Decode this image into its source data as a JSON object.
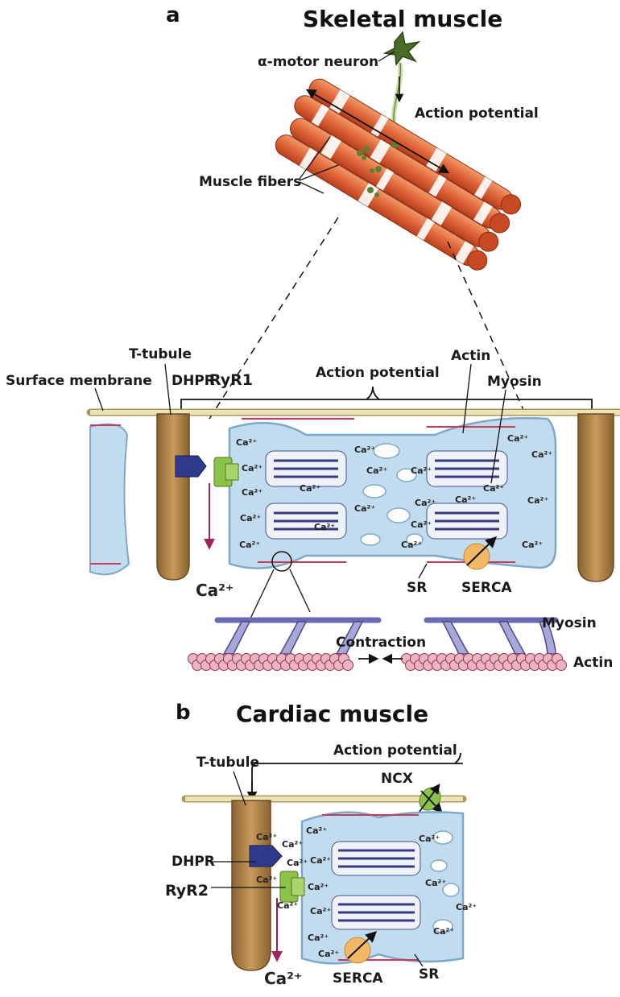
{
  "panel_a": {
    "letter": "a",
    "title": "Skeletal muscle",
    "labels": {
      "motor_neuron": "α-motor neuron",
      "action_potential_top": "Action potential",
      "muscle_fibers": "Muscle fibers",
      "t_tubule": "T-tubule",
      "surface_membrane": "Surface membrane",
      "dhpr": "DHPR",
      "ryr": "RyR1",
      "action_potential": "Action potential",
      "actin": "Actin",
      "myosin": "Myosin",
      "ca_release": "Ca²⁺",
      "sr": "SR",
      "serca": "SERCA",
      "zoom_myosin": "Myosin",
      "contraction": "Contraction",
      "zoom_actin": "Actin"
    },
    "ion_label": "Ca²⁺"
  },
  "panel_b": {
    "letter": "b",
    "title": "Cardiac muscle",
    "labels": {
      "t_tubule": "T-tubule",
      "action_potential": "Action potential",
      "ncx": "NCX",
      "dhpr": "DHPR",
      "ryr": "RyR2",
      "ca_release": "Ca²⁺",
      "serca": "SERCA",
      "sr": "SR"
    },
    "ion_label": "Ca²⁺"
  },
  "colors": {
    "membrane": "#ede3b8",
    "membrane_edge": "#a8975a",
    "tubule": "#b98a4a",
    "sr_fill": "#c2dcef",
    "sr_edge": "#7fa8c8",
    "dhpr": "#2e3a8c",
    "ryr": "#8cc14a",
    "serca": "#f2b866",
    "calcium_arrow": "#a0245a",
    "fiber": "#e0663a",
    "fiber_band": "#ffffff",
    "actin": "#e8b5c0",
    "neuron": "#4a6b26"
  }
}
